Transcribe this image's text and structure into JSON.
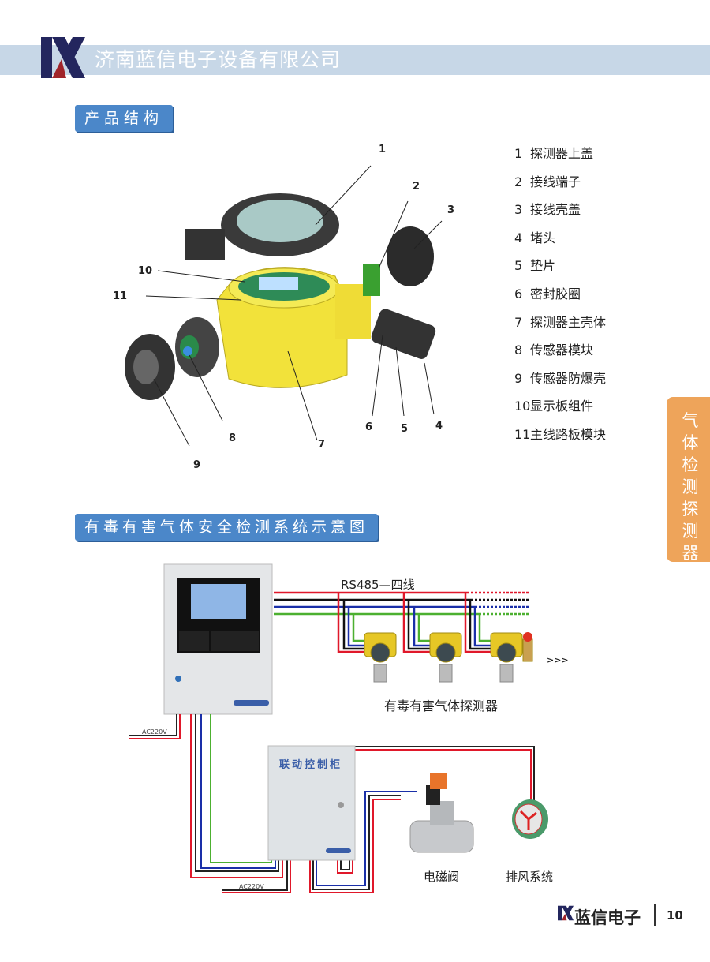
{
  "header": {
    "company": "济南蓝信电子设备有限公司"
  },
  "sections": {
    "structure_title": "产品结构",
    "system_title": "有毒有害气体安全检测系统示意图"
  },
  "parts": [
    {
      "num": "1",
      "label": "探测器上盖"
    },
    {
      "num": "2",
      "label": "接线端子"
    },
    {
      "num": "3",
      "label": "接线壳盖"
    },
    {
      "num": "4",
      "label": "堵头"
    },
    {
      "num": "5",
      "label": "垫片"
    },
    {
      "num": "6",
      "label": "密封胶圈"
    },
    {
      "num": "7",
      "label": "探测器主壳体"
    },
    {
      "num": "8",
      "label": "传感器模块"
    },
    {
      "num": "9",
      "label": "传感器防爆壳"
    },
    {
      "num": "10",
      "label": "显示板组件"
    },
    {
      "num": "11",
      "label": "主线路板模块"
    }
  ],
  "side_tab": [
    "气",
    "体",
    "检",
    "测",
    "探",
    "测",
    "器"
  ],
  "diagram": {
    "bus_label": "RS485—四线",
    "detectors_label": "有毒有害气体探测器",
    "more": ">>>",
    "power_label_1": "AC220V",
    "power_label_2": "AC220V",
    "cabinet_label": "联动控制柜",
    "valve_label": "电磁阀",
    "fan_label": "排风系统"
  },
  "colors": {
    "band": "#c7d7e7",
    "section": "#4b87c9",
    "side": "#eea45a",
    "logo_blue": "#23265e",
    "logo_red": "#a0242a"
  },
  "footer": {
    "brand": "蓝信电子",
    "page": "10"
  }
}
